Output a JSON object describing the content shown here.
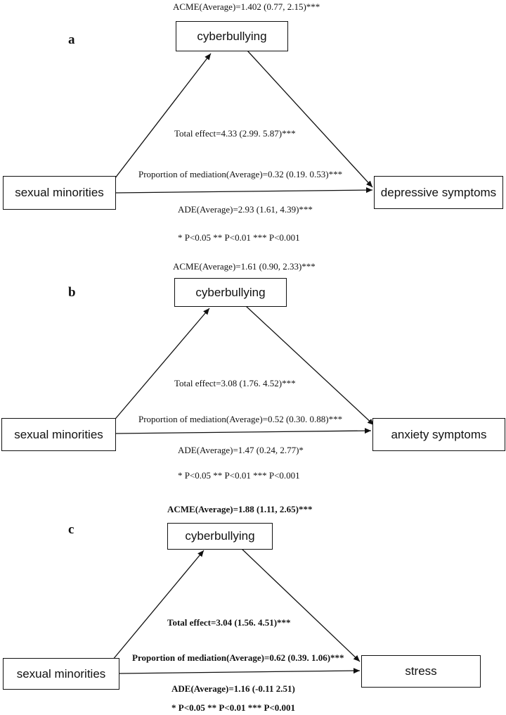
{
  "panels": [
    {
      "label": "a",
      "mediator": "cyberbullying",
      "predictor": "sexual minorities",
      "outcome": "depressive symptoms",
      "acme": "ACME(Average)=1.402 (0.77, 2.15)***",
      "total": "Total effect=4.33 (2.99. 5.87)***",
      "proportion": "Proportion of mediation(Average)=0.32 (0.19. 0.53)***",
      "ade": "ADE(Average)=2.93 (1.61, 4.39)***",
      "legend": "* P<0.05 ** P<0.01 *** P<0.001"
    },
    {
      "label": "b",
      "mediator": "cyberbullying",
      "predictor": "sexual minorities",
      "outcome": "anxiety symptoms",
      "acme": "ACME(Average)=1.61 (0.90, 2.33)***",
      "total": "Total effect=3.08 (1.76. 4.52)***",
      "proportion": "Proportion of mediation(Average)=0.52 (0.30. 0.88)***",
      "ade": "ADE(Average)=1.47 (0.24, 2.77)*",
      "legend": "* P<0.05 ** P<0.01 *** P<0.001"
    },
    {
      "label": "c",
      "mediator": "cyberbullying",
      "predictor": "sexual minorities",
      "outcome": "stress",
      "acme": "ACME(Average)=1.88 (1.11, 2.65)***",
      "total": "Total effect=3.04 (1.56. 4.51)***",
      "proportion": "Proportion of mediation(Average)=0.62 (0.39. 1.06)***",
      "ade": "ADE(Average)=1.16 (-0.11 2.51)",
      "legend": "* P<0.05 ** P<0.01 *** P<0.001"
    }
  ]
}
